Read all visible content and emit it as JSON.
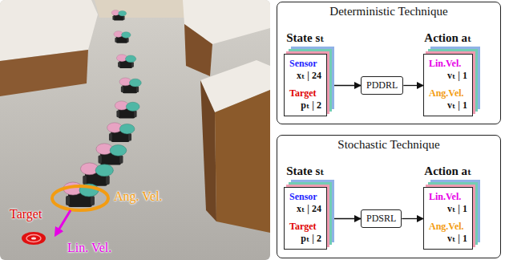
{
  "diagram": {
    "nodes": [
      {
        "text": [
          "Deterministic Technique"
        ]
      },
      {
        "text": [
          "State sₜ",
          "Sensor",
          "xₜ | 24",
          "Target",
          "pₜ | 2"
        ],
        "in": 0
      },
      {
        "text": [
          "PDDRL"
        ],
        "in": 0
      },
      {
        "text": [
          "Action aₜ",
          "Lin.Vel.",
          "vₜ | 1",
          "Ang.Vel.",
          "vₜ | 1"
        ],
        "in": 0
      },
      {
        "text": [
          "Stochastic Technique"
        ]
      },
      {
        "text": [
          "State sₜ",
          "Sensor",
          "xₜ | 24",
          "Target",
          "pₜ | 2"
        ],
        "in": 4
      },
      {
        "text": [
          "PDSRL"
        ],
        "in": 4
      },
      {
        "text": [
          "Action aₜ",
          "Lin.Vel.",
          "vₜ | 1",
          "Ang.Vel.",
          "vₜ | 1"
        ],
        "in": 4
      }
    ],
    "edges": [
      {
        "from": 1,
        "to": 2,
        "arrow": "to"
      },
      {
        "from": 2,
        "to": 3,
        "arrow": "to"
      },
      {
        "from": 5,
        "to": 6,
        "arrow": "to"
      },
      {
        "from": 6,
        "to": 7,
        "arrow": "to"
      }
    ],
    "labels": [
      "Target",
      "Ang. Vel.",
      "Lin. Vel."
    ]
  }
}
